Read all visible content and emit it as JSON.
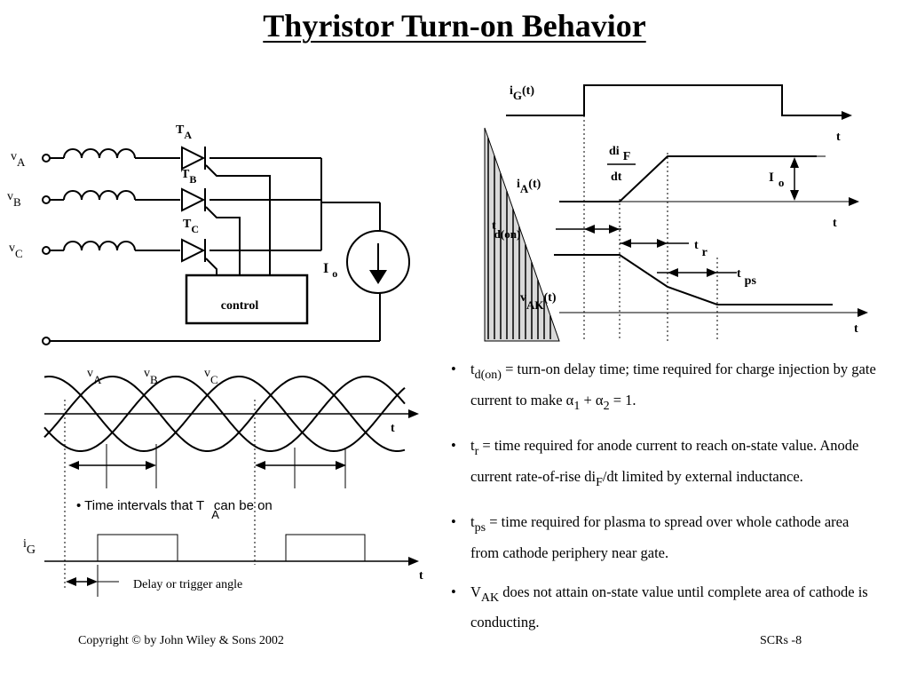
{
  "title": "Thyristor Turn-on Behavior",
  "circuit": {
    "source_labels": [
      {
        "main": "v",
        "sub": "A"
      },
      {
        "main": "v",
        "sub": "B"
      },
      {
        "main": "v",
        "sub": "C"
      }
    ],
    "thyristor_labels": [
      {
        "main": "T",
        "sub": "A"
      },
      {
        "main": "T",
        "sub": "B"
      },
      {
        "main": "T",
        "sub": "C"
      }
    ],
    "control_label": "control",
    "current_source": {
      "main": "I",
      "sub": "o"
    }
  },
  "waveform": {
    "phase_labels": [
      {
        "main": "v",
        "sub": "A"
      },
      {
        "main": "v",
        "sub": "B"
      },
      {
        "main": "v",
        "sub": "C"
      }
    ],
    "time_label": "t",
    "interval_text": "•  Time intervals that T",
    "interval_sub": "A",
    "interval_tail": "can be on",
    "gate_label": {
      "main": "i",
      "sub": "G"
    },
    "delay_label": "Delay or trigger angle"
  },
  "timing": {
    "ig_label": {
      "main": "i",
      "sub": "G",
      "suffix": "(t)"
    },
    "ia_label": {
      "main": "i",
      "sub": "A",
      "suffix": "(t)"
    },
    "vak_label": {
      "main": "v",
      "sub": "AK",
      "suffix": "(t)"
    },
    "time_label": "t",
    "slope_num": "di",
    "slope_sub": "F",
    "slope_den": "dt",
    "io_label": {
      "main": "I",
      "sub": "o"
    },
    "td_label": {
      "main": "t",
      "sub": "d(on)"
    },
    "tr_label": {
      "main": "t",
      "sub": "r"
    },
    "tps_label": {
      "main": "t",
      "sub": "ps"
    }
  },
  "bullets": [
    {
      "lead": "t",
      "lead_sub": "d(on)",
      "pre": " = turn-on delay time; time required for charge injection by gate current to make  ",
      "alpha1": "α",
      "alpha1_sub": "1",
      "plus": " + ",
      "alpha2": "α",
      "alpha2_sub": "2",
      "post": " = 1."
    },
    {
      "lead": "t",
      "lead_sub": "r",
      "pre": " = time required for anode current to reach on-state value. Anode current rate-of-rise   di",
      "mid_sub": "F",
      "post": "/dt limited by external inductance."
    },
    {
      "lead": "t",
      "lead_sub": "ps",
      "text": " = time required for plasma  to spread over whole cathode area from cathode periphery near gate."
    },
    {
      "lead": "V",
      "lead_sub": "AK",
      "text": " does not attain on-state value until complete area of cathode is conducting."
    }
  ],
  "footer": {
    "copyright": "Copyright © by John Wiley & Sons 2002",
    "slide_number": "SCRs -8"
  }
}
